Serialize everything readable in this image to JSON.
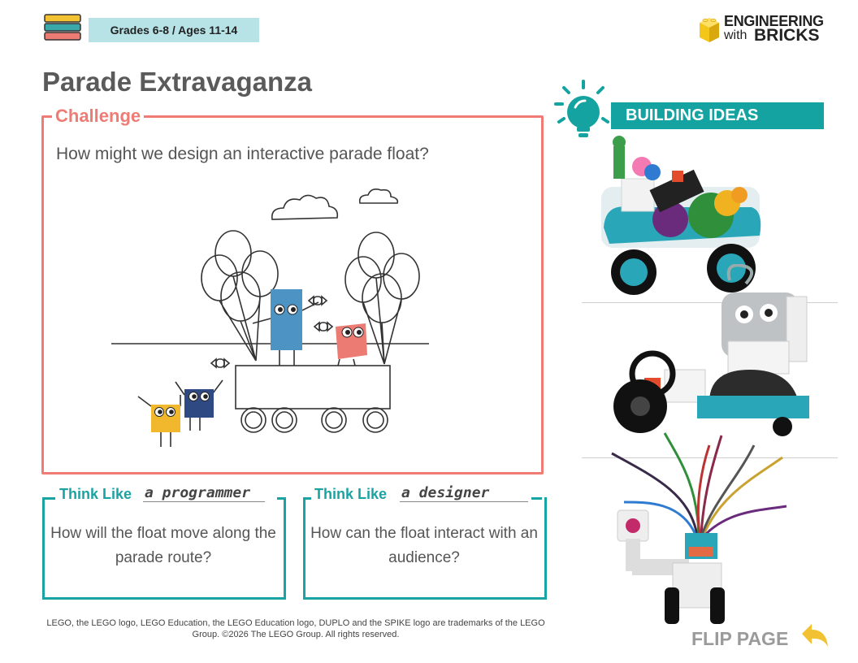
{
  "header": {
    "grade_badge": "Grades 6-8 / Ages 11-14",
    "logo_line1": "ENGINEERING",
    "logo_with": "with",
    "logo_bricks": "BRICKS"
  },
  "title": "Parade Extravaganza",
  "challenge": {
    "label": "Challenge",
    "question": "How might we design an interactive parade float?"
  },
  "think_like": [
    {
      "label": "Think Like",
      "role": "a programmer",
      "question": "How will the float move along the parade route?"
    },
    {
      "label": "Think Like",
      "role": "a designer",
      "question": "How can the float interact with an audience?"
    }
  ],
  "building_ideas": {
    "label": "BUILDING IDEAS"
  },
  "footer": {
    "trademark": "LEGO, the LEGO logo, LEGO Education, the LEGO Education logo, DUPLO and the SPIKE logo are trademarks of the LEGO Group. ©2026 The LEGO Group. All rights reserved.",
    "flip_page": "FLIP PAGE"
  },
  "colors": {
    "challenge_accent": "#ef7b74",
    "teal_accent": "#14a3a0",
    "badge_bg": "#b7e3e6"
  }
}
